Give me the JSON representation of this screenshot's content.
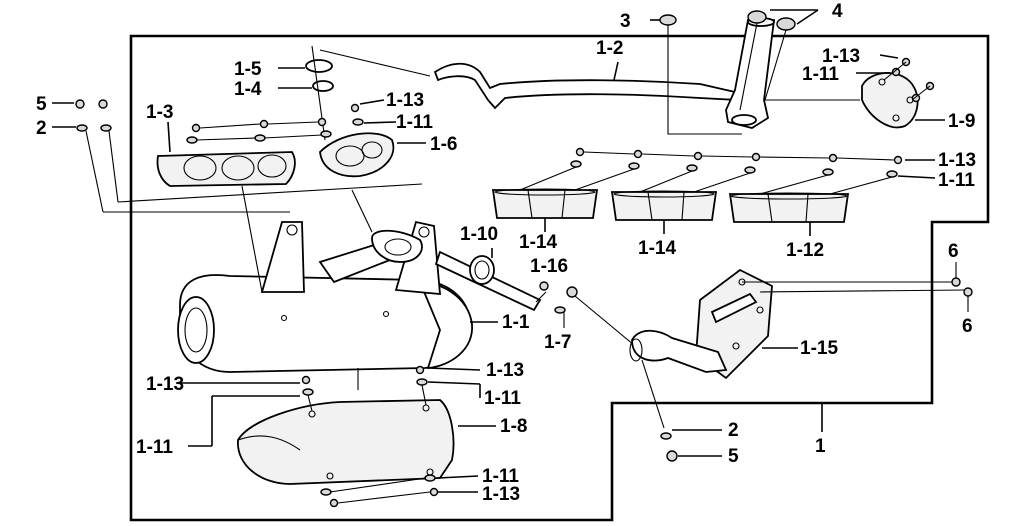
{
  "diagram": {
    "callouts": {
      "c1": "1",
      "c1_1": "1-1",
      "c1_2": "1-2",
      "c1_3": "1-3",
      "c1_4": "1-4",
      "c1_5": "1-5",
      "c1_6": "1-6",
      "c1_7": "1-7",
      "c1_8": "1-8",
      "c1_9": "1-9",
      "c1_10": "1-10",
      "c1_11": "1-11",
      "c1_12": "1-12",
      "c1_13": "1-13",
      "c1_14": "1-14",
      "c1_15": "1-15",
      "c1_16": "1-16",
      "c2": "2",
      "c3": "3",
      "c4": "4",
      "c5": "5",
      "c6": "6"
    }
  }
}
